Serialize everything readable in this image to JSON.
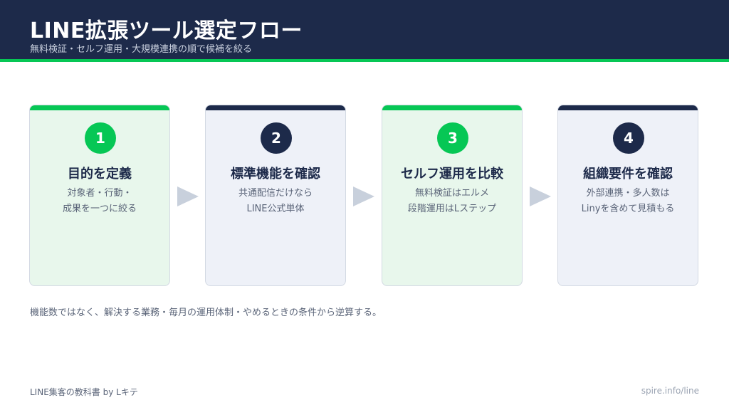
{
  "header": {
    "title": "LINE拡張ツール選定フロー",
    "subtitle": "無料検証・セルフ運用・大規模連携の順で候補を絞る"
  },
  "steps": [
    {
      "number": "1",
      "title": "目的を定義",
      "desc": [
        "対象者・行動・",
        "成果を一つに絞る"
      ],
      "accent": "green"
    },
    {
      "number": "2",
      "title": "標準機能を確認",
      "desc": [
        "共通配信だけなら",
        "LINE公式単体"
      ],
      "accent": "navy"
    },
    {
      "number": "3",
      "title": "セルフ運用を比較",
      "desc": [
        "無料検証はエルメ",
        "段階運用はLステップ"
      ],
      "accent": "green"
    },
    {
      "number": "4",
      "title": "組織要件を確認",
      "desc": [
        "外部連携・多人数は",
        "Linyを含めて見積もる"
      ],
      "accent": "navy"
    }
  ],
  "note": "機能数ではなく、解決する業務・毎月の運用体制・やめるときの条件から逆算する。",
  "footer": {
    "left": "LINE集客の教科書 by Lキテ",
    "right": "spire.info/line"
  },
  "colors": {
    "navy": "#1d2a4a",
    "green": "#06c755",
    "green_card_bg": "#e8f7ec",
    "navy_card_bg": "#eef1f8",
    "arrow": "#c8d0dc"
  }
}
